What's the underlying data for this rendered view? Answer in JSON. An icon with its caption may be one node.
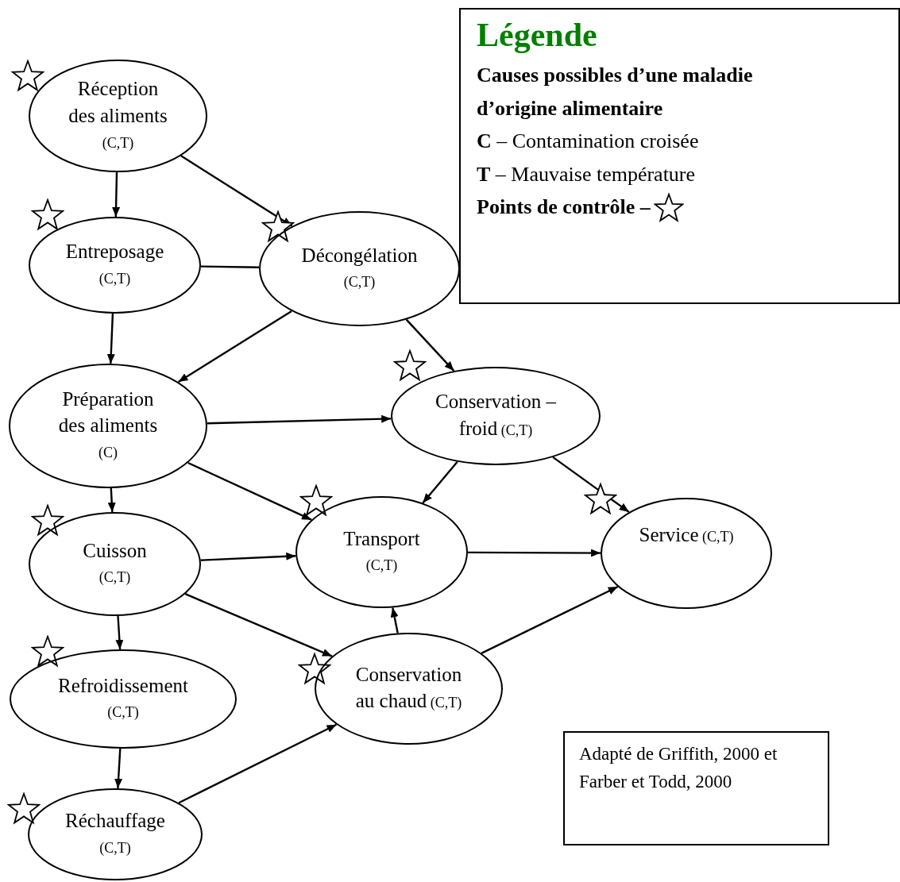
{
  "diagram": {
    "nodes": [
      {
        "text": [
          "Réception des aliments",
          "(C,T)"
        ]
      },
      {
        "text": [
          "Entreposage",
          "(C,T)"
        ]
      },
      {
        "text": [
          "Décongélation",
          "(C,T)"
        ]
      },
      {
        "text": [
          "Préparation des aliments",
          "(C)"
        ]
      },
      {
        "text": [
          "Conservation – froid",
          "(C,T)"
        ]
      },
      {
        "text": [
          "Cuisson",
          "(C,T)"
        ]
      },
      {
        "text": [
          "Transport",
          "(C,T)"
        ]
      },
      {
        "text": [
          "Service",
          "(C,T)"
        ]
      },
      {
        "text": [
          "Refroidissement",
          "(C,T)"
        ]
      },
      {
        "text": [
          "Conservation au chaud",
          "(C,T)"
        ]
      },
      {
        "text": [
          "Réchauffage",
          "(C,T)"
        ]
      },
      {
        "text": [
          "Adapté de Griffith, 2000 et Farber et Todd, 2000"
        ]
      }
    ],
    "edges": [
      {
        "from": 0,
        "to": 1,
        "arrow": "to"
      },
      {
        "from": 0,
        "to": 2,
        "arrow": "to"
      },
      {
        "from": 1,
        "to": 2,
        "arrow": "none"
      },
      {
        "from": 1,
        "to": 3,
        "arrow": "to"
      },
      {
        "from": 2,
        "to": 3,
        "arrow": "to"
      },
      {
        "from": 2,
        "to": 4,
        "arrow": "to"
      },
      {
        "from": 3,
        "to": 4,
        "arrow": "to"
      },
      {
        "from": 3,
        "to": 6,
        "arrow": "to"
      },
      {
        "from": 3,
        "to": 5,
        "arrow": "to"
      },
      {
        "from": 4,
        "to": 6,
        "arrow": "to"
      },
      {
        "from": 4,
        "to": 7,
        "arrow": "to"
      },
      {
        "from": 5,
        "to": 6,
        "arrow": "to"
      },
      {
        "from": 5,
        "to": 9,
        "arrow": "to"
      },
      {
        "from": 5,
        "to": 8,
        "arrow": "to"
      },
      {
        "from": 6,
        "to": 7,
        "arrow": "to"
      },
      {
        "from": 9,
        "to": 6,
        "arrow": "to"
      },
      {
        "from": 9,
        "to": 7,
        "arrow": "to"
      },
      {
        "from": 8,
        "to": 10,
        "arrow": "to"
      },
      {
        "from": 10,
        "to": 9,
        "arrow": "to"
      }
    ],
    "labels": [
      "Légende",
      "Causes possibles d’une maladie d’origine alimentaire",
      "**C** – Contamination croisée",
      "**T** – Mauvaise température"
    ],
    "legend": [
      {
        "text": "Points de contrôle –"
      }
    ]
  }
}
